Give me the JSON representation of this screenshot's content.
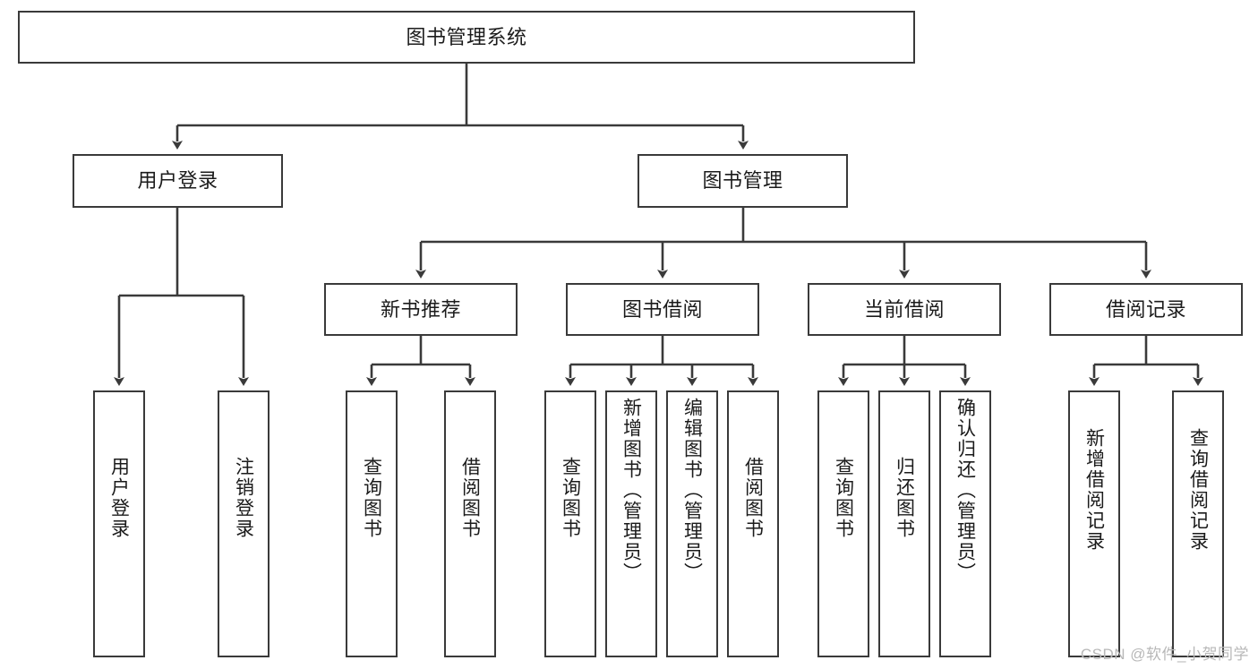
{
  "diagram": {
    "title_node": {
      "label": "图书管理系统"
    },
    "level2": [
      {
        "id": "user-login",
        "label": "用户登录"
      },
      {
        "id": "book-management",
        "label": "图书管理"
      }
    ],
    "level3": [
      {
        "id": "new-book-recommend",
        "label": "新书推荐"
      },
      {
        "id": "book-borrow",
        "label": "图书借阅"
      },
      {
        "id": "current-borrow",
        "label": "当前借阅"
      },
      {
        "id": "borrow-record",
        "label": "借阅记录"
      }
    ],
    "leaves": [
      {
        "id": "user-login-leaf",
        "label": "用户登录"
      },
      {
        "id": "logout-leaf",
        "label": "注销登录"
      },
      {
        "id": "query-book-1",
        "label": "查询图书"
      },
      {
        "id": "borrow-book-1",
        "label": "借阅图书"
      },
      {
        "id": "query-book-2",
        "label": "查询图书"
      },
      {
        "id": "add-book-admin",
        "label": "新增图书（管理员）"
      },
      {
        "id": "edit-book-admin",
        "label": "编辑图书（管理员）"
      },
      {
        "id": "borrow-book-2",
        "label": "借阅图书"
      },
      {
        "id": "query-book-3",
        "label": "查询图书"
      },
      {
        "id": "return-book",
        "label": "归还图书"
      },
      {
        "id": "confirm-return-admin",
        "label": "确认归还（管理员）"
      },
      {
        "id": "add-borrow-record",
        "label": "新增借阅记录"
      },
      {
        "id": "query-borrow-record",
        "label": "查询借阅记录"
      }
    ]
  },
  "watermark": {
    "text": "CSDN @软件_小贺同学"
  },
  "colors": {
    "stroke": "#3a3a3a",
    "text": "#1b1b1b",
    "background": "#ffffff",
    "watermark": "#b8b8b8"
  }
}
